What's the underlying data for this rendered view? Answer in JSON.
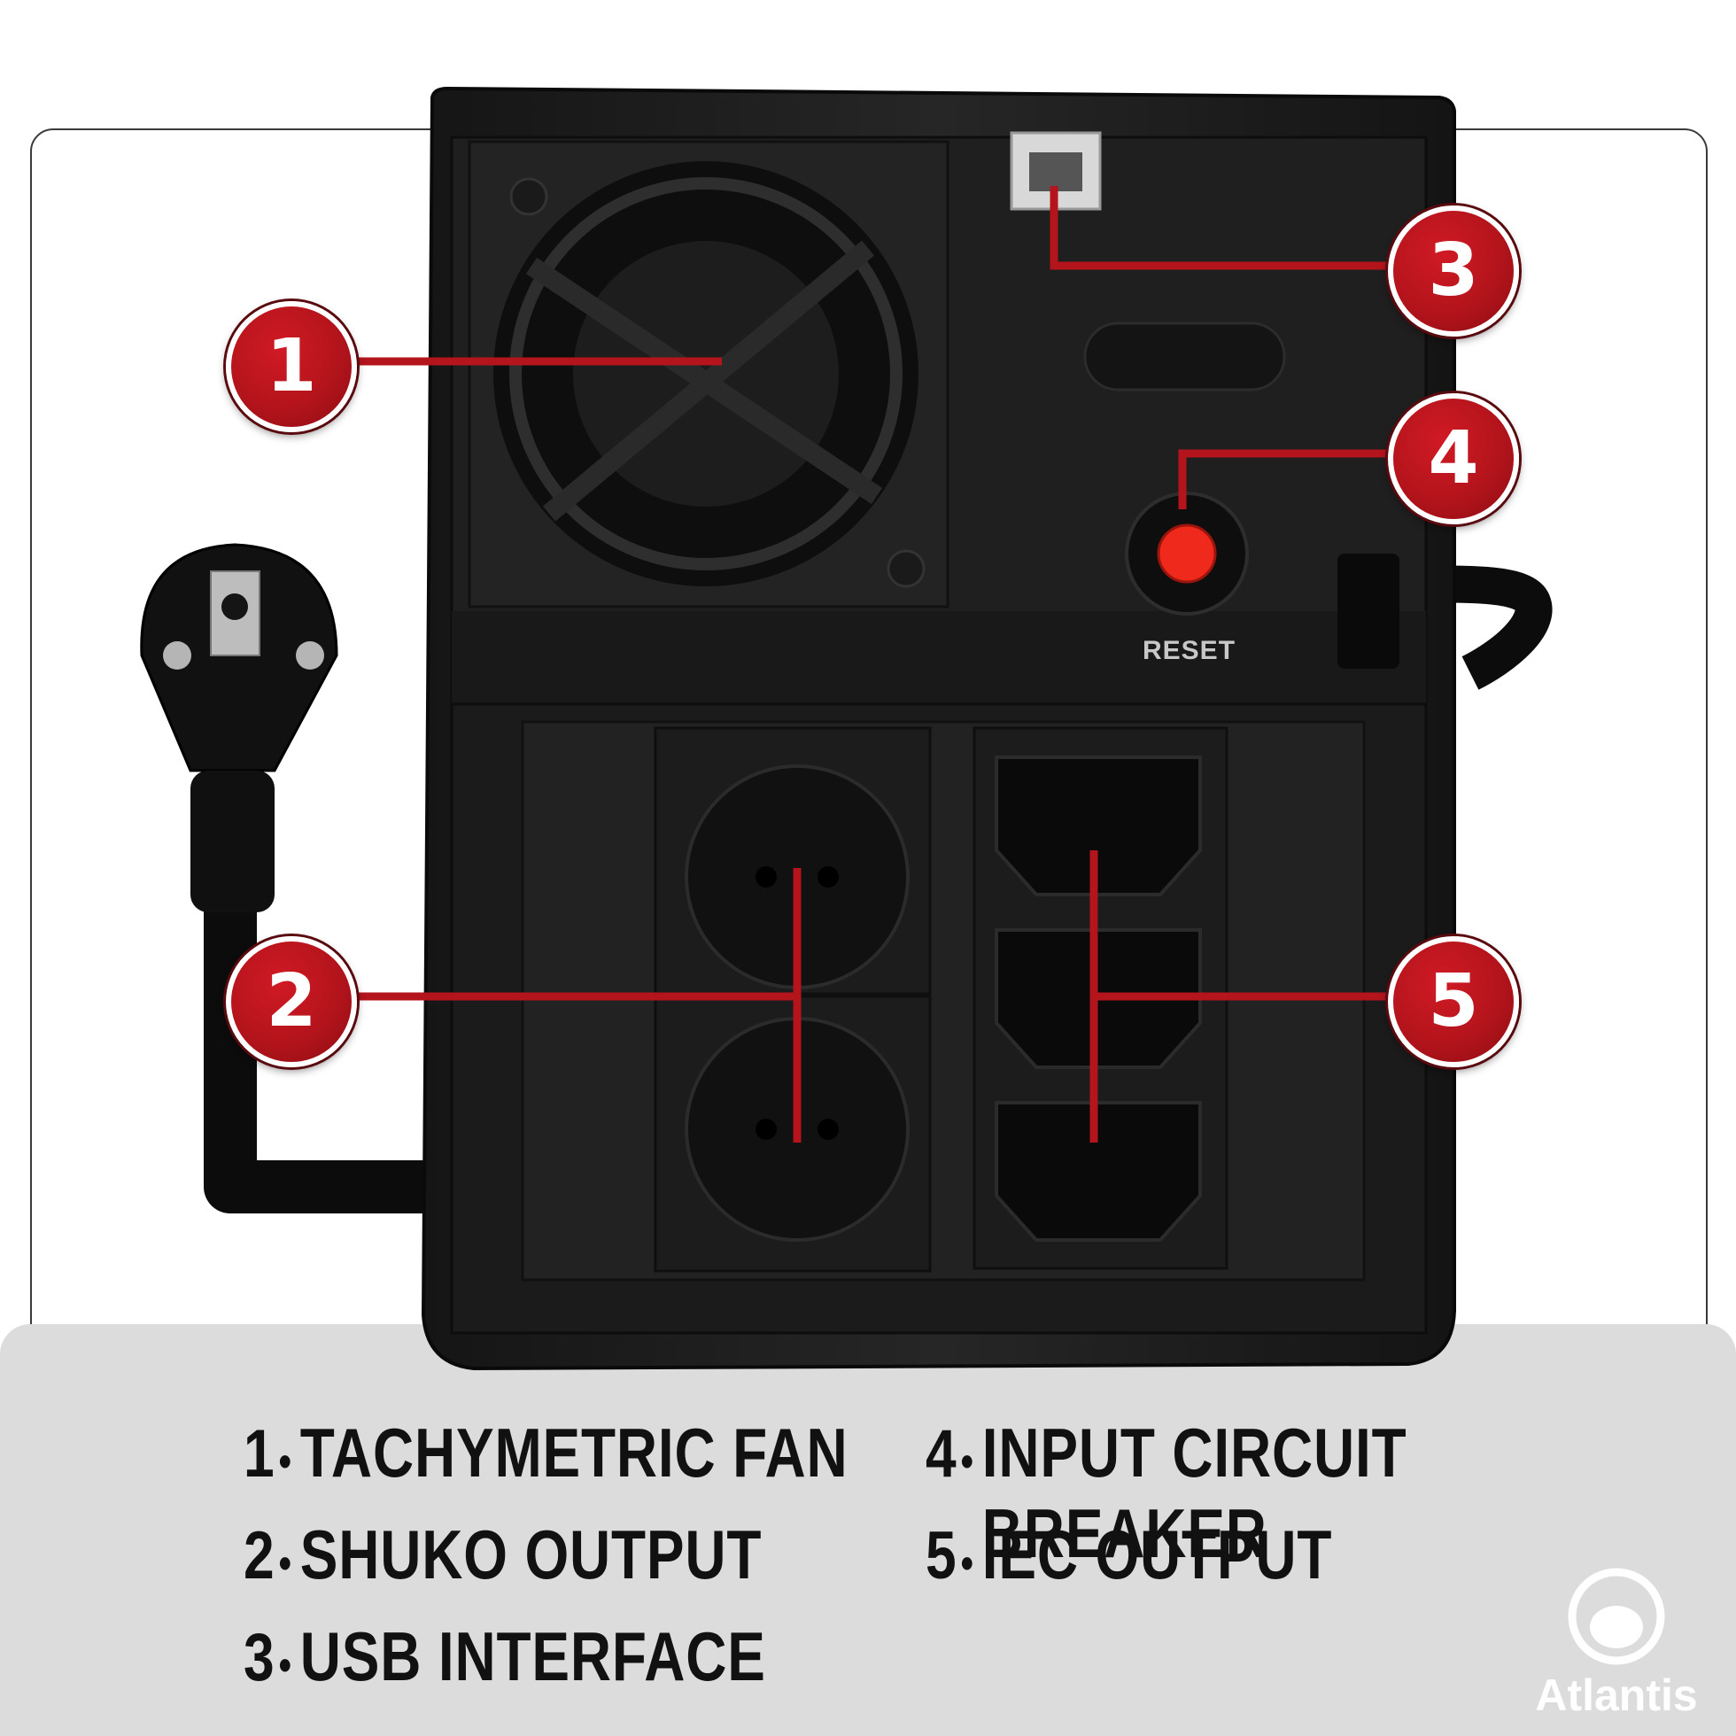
{
  "device": {
    "reset_label": "RESET"
  },
  "callouts": [
    {
      "number": "1",
      "target": "fan"
    },
    {
      "number": "2",
      "target": "shuko-outlets"
    },
    {
      "number": "3",
      "target": "usb-port"
    },
    {
      "number": "4",
      "target": "circuit-breaker"
    },
    {
      "number": "5",
      "target": "iec-outlets"
    }
  ],
  "legend": [
    {
      "number": "1",
      "label": "TACHYMETRIC FAN"
    },
    {
      "number": "2",
      "label": "SHUKO OUTPUT"
    },
    {
      "number": "3",
      "label": "USB INTERFACE"
    },
    {
      "number": "4",
      "label": "INPUT CIRCUIT BREAKER"
    },
    {
      "number": "5",
      "label": "IEC OUTPUT"
    }
  ],
  "brand": {
    "name": "Atlantis"
  },
  "colors": {
    "callout_red": "#b4141c",
    "device_body": "#1c1c1c",
    "legend_background": "#dcdcdc"
  }
}
